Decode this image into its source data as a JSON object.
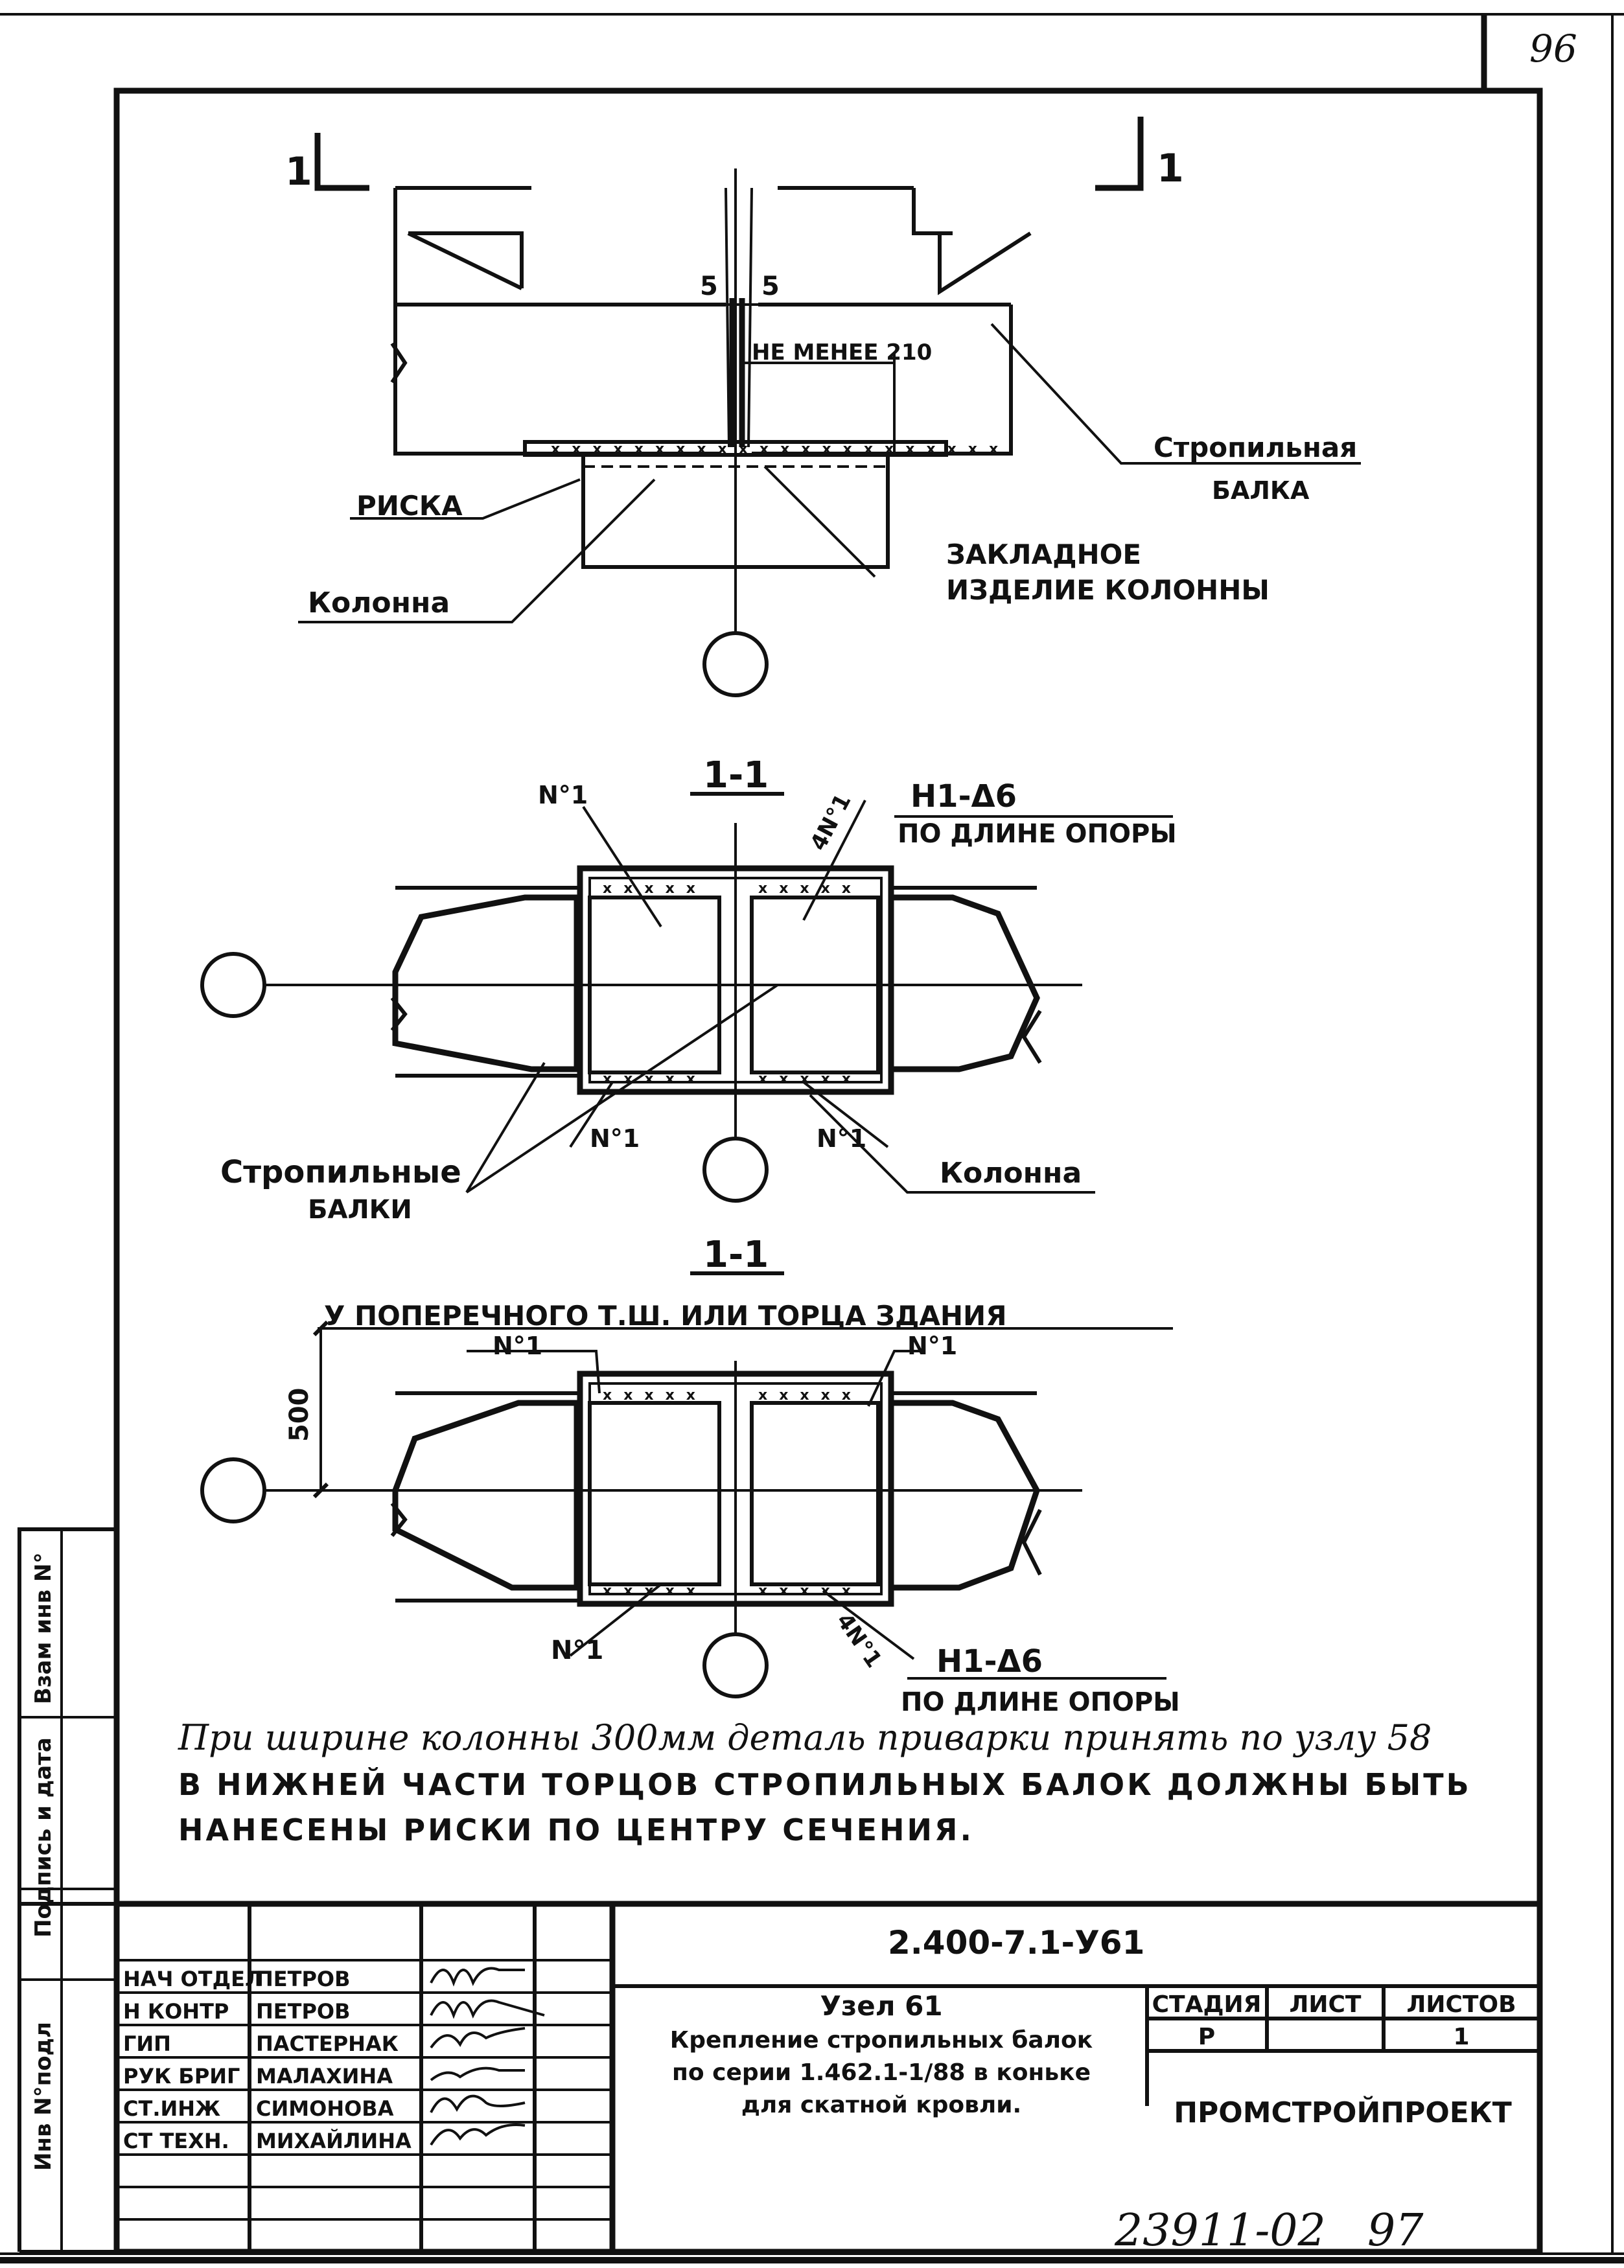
{
  "page_number_top": "96",
  "page_number_bottom": "97",
  "archive_number": "23911-02",
  "top_view": {
    "section_mark_left": "1",
    "section_mark_right": "1",
    "gap_label_left": "5",
    "gap_label_right": "5",
    "min_dim": "НЕ МЕНЕЕ 210",
    "label_beam": "Стропильная",
    "label_beam_2": "БАЛКА",
    "label_risk": "РИСКА",
    "label_column": "Колонна",
    "label_embed": "ЗАКЛАДНОЕ",
    "label_embed_2": "ИЗДЕЛИЕ КОЛОННЫ"
  },
  "section1": {
    "title": "1-1",
    "tag_n1_top": "N°1",
    "tag_4n1": "4N°1",
    "weld": "Н1-Δ6",
    "weld_note": "ПО ДЛИНЕ ОПОРЫ",
    "tag_n1_bl": "N°1",
    "tag_n1_br": "N°1",
    "label_beams": "Стропильные",
    "label_beams_2": "БАЛКИ",
    "label_column": "Колонна"
  },
  "section2": {
    "title": "1-1",
    "caption": "У ПОПЕРЕЧНОГО Т.Ш. ИЛИ ТОРЦА ЗДАНИЯ",
    "tag_n1_tl": "N°1",
    "tag_n1_tr": "N°1",
    "dim_500": "500",
    "tag_n1_bl": "N°1",
    "tag_4n1": "4N°1",
    "weld": "Н1-Δ6",
    "weld_note": "ПО ДЛИНЕ ОПОРЫ"
  },
  "notes": {
    "note1": "При ширине колонны 300мм деталь приварки принять по узлу 58",
    "note2": "В НИЖНЕЙ ЧАСТИ ТОРЦОВ СТРОПИЛЬНЫХ БАЛОК ДОЛЖНЫ БЫТЬ",
    "note3": "НАНЕСЕНЫ РИСКИ ПО ЦЕНТРУ СЕЧЕНИЯ."
  },
  "side_stamp": {
    "inv_podl": "Инв N°подл",
    "podpis": "Подпись и дата",
    "vzam": "Взам инв N°"
  },
  "title_block": {
    "doc_code": "2.400-7.1-У61",
    "title_line1": "Узел 61",
    "title_line2": "Крепление стропильных балок",
    "title_line3": "по серии 1.462.1-1/88 в коньке",
    "title_line4": "для скатной кровли.",
    "stage_header": "СТАДИЯ",
    "sheet_header": "ЛИСТ",
    "sheets_header": "ЛИСТОВ",
    "stage_value": "Р",
    "sheet_value": "",
    "sheets_value": "1",
    "org": "ПРОМСТРОЙПРОЕКТ",
    "rows": [
      {
        "role": "НАЧ ОТДЕЛ",
        "name": "ПЕТРОВ"
      },
      {
        "role": "Н КОНТР",
        "name": "ПЕТРОВ"
      },
      {
        "role": "ГИП",
        "name": "ПАСТЕРНАК"
      },
      {
        "role": "РУК БРИГ",
        "name": "МАЛАХИНА"
      },
      {
        "role": "СТ.ИНЖ",
        "name": "СИМОНОВА"
      },
      {
        "role": "СТ ТЕХН.",
        "name": "МИХАЙЛИНА"
      }
    ]
  }
}
